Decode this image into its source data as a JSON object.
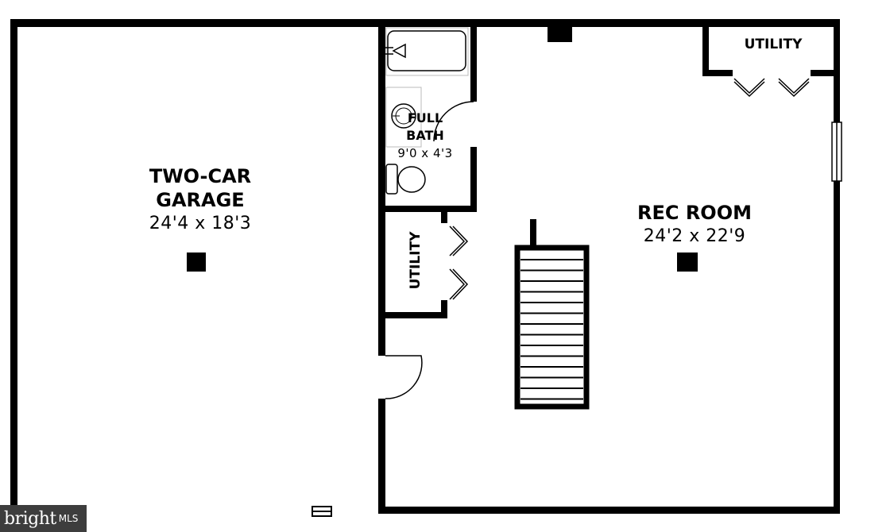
{
  "rooms": {
    "garage": {
      "name_line1": "TWO-CAR",
      "name_line2": "GARAGE",
      "dimensions": "24'4 x 18'3"
    },
    "rec_room": {
      "name": "REC ROOM",
      "dimensions": "24'2 x 22'9"
    },
    "full_bath": {
      "name_line1": "FULL",
      "name_line2": "BATH",
      "dimensions": "9'0 x 4'3"
    },
    "utility_right": {
      "name": "UTILITY"
    },
    "utility_left": {
      "name": "UTILITY"
    }
  },
  "watermark": {
    "text": "bright MLS",
    "brand": "bright",
    "suffix": "MLS"
  },
  "colors": {
    "wall": "#000000",
    "background": "#ffffff",
    "watermark_bg": "#3d3d3d"
  }
}
